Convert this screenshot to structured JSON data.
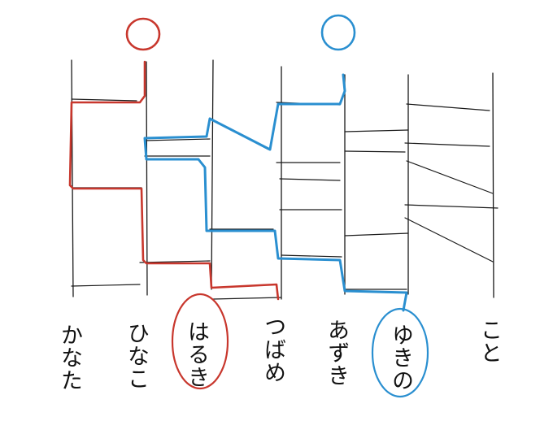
{
  "ladder": {
    "names": [
      "かなた",
      "ひなこ",
      "はるき",
      "つばめ",
      "あずき",
      "ゆきの",
      "こと"
    ],
    "start_marks": [
      {
        "column": 2,
        "shape": "circle",
        "color": "#c8372d"
      },
      {
        "column": 5,
        "shape": "circle",
        "color": "#2a8fd0"
      }
    ],
    "circled_results": [
      {
        "name": "はるき",
        "color": "#c8372d"
      },
      {
        "name": "ゆきの",
        "color": "#2a8fd0"
      }
    ],
    "ink_color": "#1a1a1a",
    "red_path_color": "#c8372d",
    "blue_path_color": "#2a8fd0"
  }
}
